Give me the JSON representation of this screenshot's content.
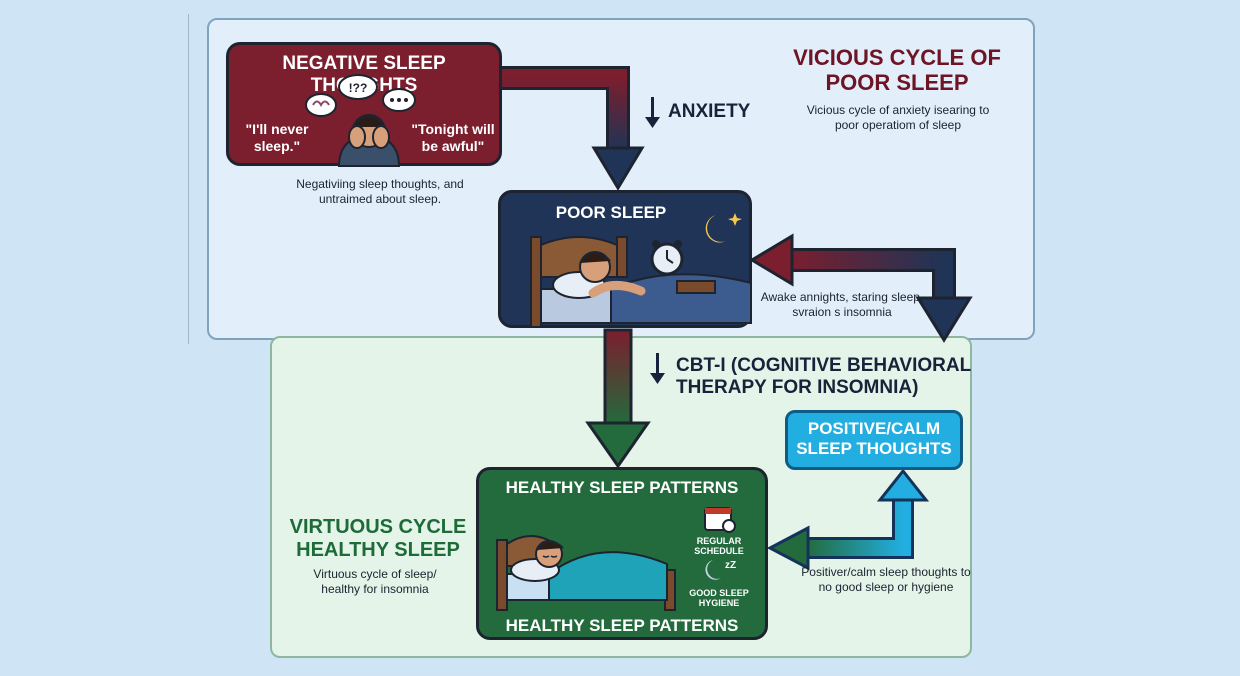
{
  "diagram": {
    "vicious_heading": "VICIOUS CYCLE OF POOR SLEEP",
    "vicious_note": "Vicious cycle of anxiety isearing to poor operatiom of sleep",
    "negative_box": {
      "title": "NEGATIVE SLEEP THOUGHTS",
      "quote_left": "\"I'll never sleep.\"",
      "quote_right": "\"Tonight will be awful\"",
      "bubble_text": "!??"
    },
    "negative_note": "Negativiing sleep thoughts, and untraimed about sleep.",
    "anxiety_label": "ANXIETY",
    "poor_box": {
      "title": "POOR SLEEP"
    },
    "awake_note": "Awake annights, staring sleep, svraion s insomnia",
    "cbti_label": "CBT-I (COGNITIVE BEHAVIORAL THERAPY FOR INSOMNIA)",
    "positive_box": {
      "title": "POSITIVE/CALM SLEEP THOUGHTS"
    },
    "positive_note": "Positiver/calm sleep thoughts to no good sleep or hygiene",
    "healthy_box": {
      "title_top": "HEALTHY SLEEP PATTERNS",
      "title_bottom": "HEALTHY SLEEP PATTERNS",
      "regular_schedule": "REGULAR SCHEDULE",
      "good_hygiene": "GOOD SLEEP HYGIENE",
      "zz": "zZ"
    },
    "virtuous_heading": "VIRTUOUS CYCLE HEALTHY SLEEP",
    "virtuous_note": "Virtuous cycle of sleep/ healthy for insomnia"
  },
  "colors": {
    "negative": "#7b1e2e",
    "poor": "#1f3456",
    "healthy": "#236b3d",
    "positive": "#22aee0"
  }
}
